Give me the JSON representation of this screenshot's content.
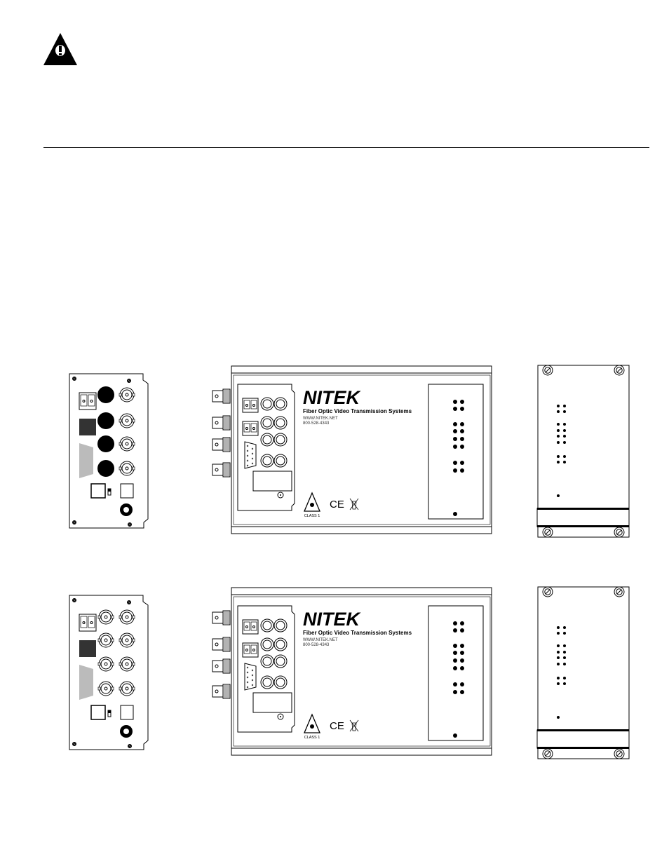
{
  "warning_icon": "warning-triangle-exclamation-icon",
  "units": [
    {
      "brand": "NITEK",
      "tagline": "Fiber Optic Video Transmission Systems",
      "url": "WWW.NITEK.NET",
      "phone": "800-528-4343",
      "laser_label": "CLASS 1",
      "ce_mark": "CE",
      "left_panel": "audio-ports"
    },
    {
      "brand": "NITEK",
      "tagline": "Fiber Optic Video Transmission Systems",
      "url": "WWW.NITEK.NET",
      "phone": "800-528-4343",
      "laser_label": "CLASS 1",
      "ce_mark": "CE",
      "left_panel": "dual-bnc"
    }
  ]
}
